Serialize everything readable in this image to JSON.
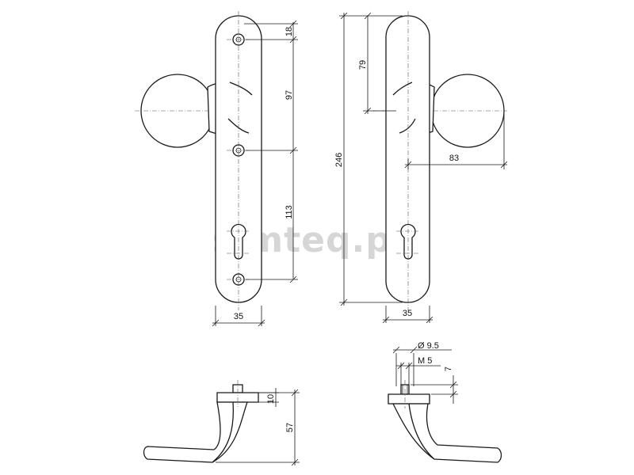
{
  "watermark": "simteq.pl",
  "dimensions": {
    "top_hole_offset": "18",
    "knob_to_hole": "97",
    "hole_to_hole": "113",
    "plate_width_front": "35",
    "plate_width_side": "35",
    "plate_length": "246",
    "knob_height": "79",
    "knob_projection": "83",
    "bolt_diameter": "Ø 9.5",
    "thread": "M 5",
    "thread_length": "7",
    "lever_collar": "10",
    "lever_drop": "57"
  }
}
